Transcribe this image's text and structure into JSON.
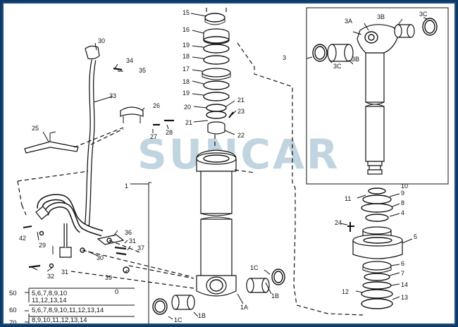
{
  "watermark": "SUNCAR",
  "labels": {
    "l1": "1",
    "l1A": "1A",
    "l1B_a": "1B",
    "l1B_b": "1B",
    "l1C_a": "1C",
    "l1C_b": "1C",
    "l3": "3",
    "l3A": "3A",
    "l3B_a": "3B",
    "l3B_b": "3B",
    "l3C_a": "3C",
    "l3C_b": "3C",
    "l4": "4",
    "l5": "5",
    "l6": "6",
    "l7": "7",
    "l8": "8",
    "l9": "9",
    "l10": "10",
    "l11": "11",
    "l12": "12",
    "l13": "13",
    "l14": "14",
    "l15": "15",
    "l16": "16",
    "l17": "17",
    "l18a": "18",
    "l18b": "18",
    "l19a": "19",
    "l19b": "19",
    "l19c": "19",
    "l20": "20",
    "l21a": "21",
    "l21b": "21",
    "l22": "22",
    "l23": "23",
    "l24": "24",
    "l25": "25",
    "l26": "26",
    "l27": "27",
    "l28": "28",
    "l29": "29",
    "l30a": "30",
    "l30b": "30",
    "l31a": "31",
    "l31b": "31",
    "l32": "32",
    "l33": "33",
    "l34": "34",
    "l35": "35",
    "l36": "36",
    "l37": "37",
    "l39": "39",
    "l42": "42"
  },
  "table": {
    "r50_num": "50",
    "r50_a": "5,6,7,8,9,10",
    "r50_b": "11,12,13,14",
    "r50_zero": "0",
    "r60_num": "60",
    "r60_a": "5,6,7,8,9,10,11,12,13,14",
    "r70_num": "70",
    "r70_a": "8,9,10,11,12,13,14"
  }
}
